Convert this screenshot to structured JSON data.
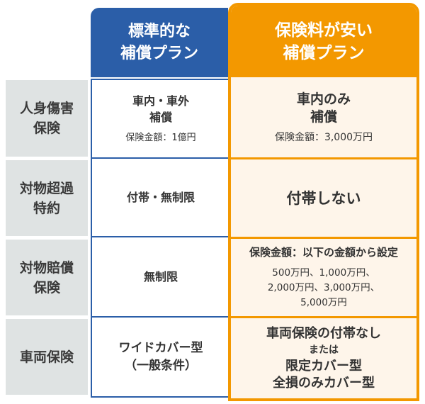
{
  "colors": {
    "standard_blue": "#2b5ea8",
    "cheap_orange": "#f39800",
    "cheap_cell_bg": "#fef5ea",
    "row_label_bg": "#dfe3e3",
    "text": "#333333"
  },
  "columns": {
    "standard": {
      "title": [
        "標準的な",
        "補償プラン"
      ]
    },
    "cheap": {
      "title": [
        "保険料が安い",
        "補償プラン"
      ]
    }
  },
  "rows": [
    {
      "label": [
        "人身傷害",
        "保険"
      ],
      "standard": {
        "main": [
          "車内・車外",
          "補償"
        ],
        "note": "保険金額：1億円"
      },
      "cheap": {
        "main": [
          "車内のみ",
          "補償"
        ],
        "note": "保険金額：3,000万円"
      }
    },
    {
      "label": [
        "対物超過",
        "特約"
      ],
      "standard": {
        "main": [
          "付帯・無制限"
        ]
      },
      "cheap": {
        "main": [
          "付帯しない"
        ]
      }
    },
    {
      "label": [
        "対物賠償",
        "保険"
      ],
      "standard": {
        "main": [
          "無制限"
        ]
      },
      "cheap": {
        "heading": "保険金額：以下の金額から設定",
        "options": [
          "500万円、1,000万円、",
          "2,000万円、3,000万円、",
          "5,000万円"
        ]
      }
    },
    {
      "label": [
        "車両保険"
      ],
      "standard": {
        "main": [
          "ワイドカバー型",
          "（一般条件）"
        ]
      },
      "cheap": {
        "main": [
          "車両保険の付帯なし"
        ],
        "connector": "または",
        "alternatives": [
          "限定カバー型",
          "全損のみカバー型"
        ]
      }
    }
  ]
}
